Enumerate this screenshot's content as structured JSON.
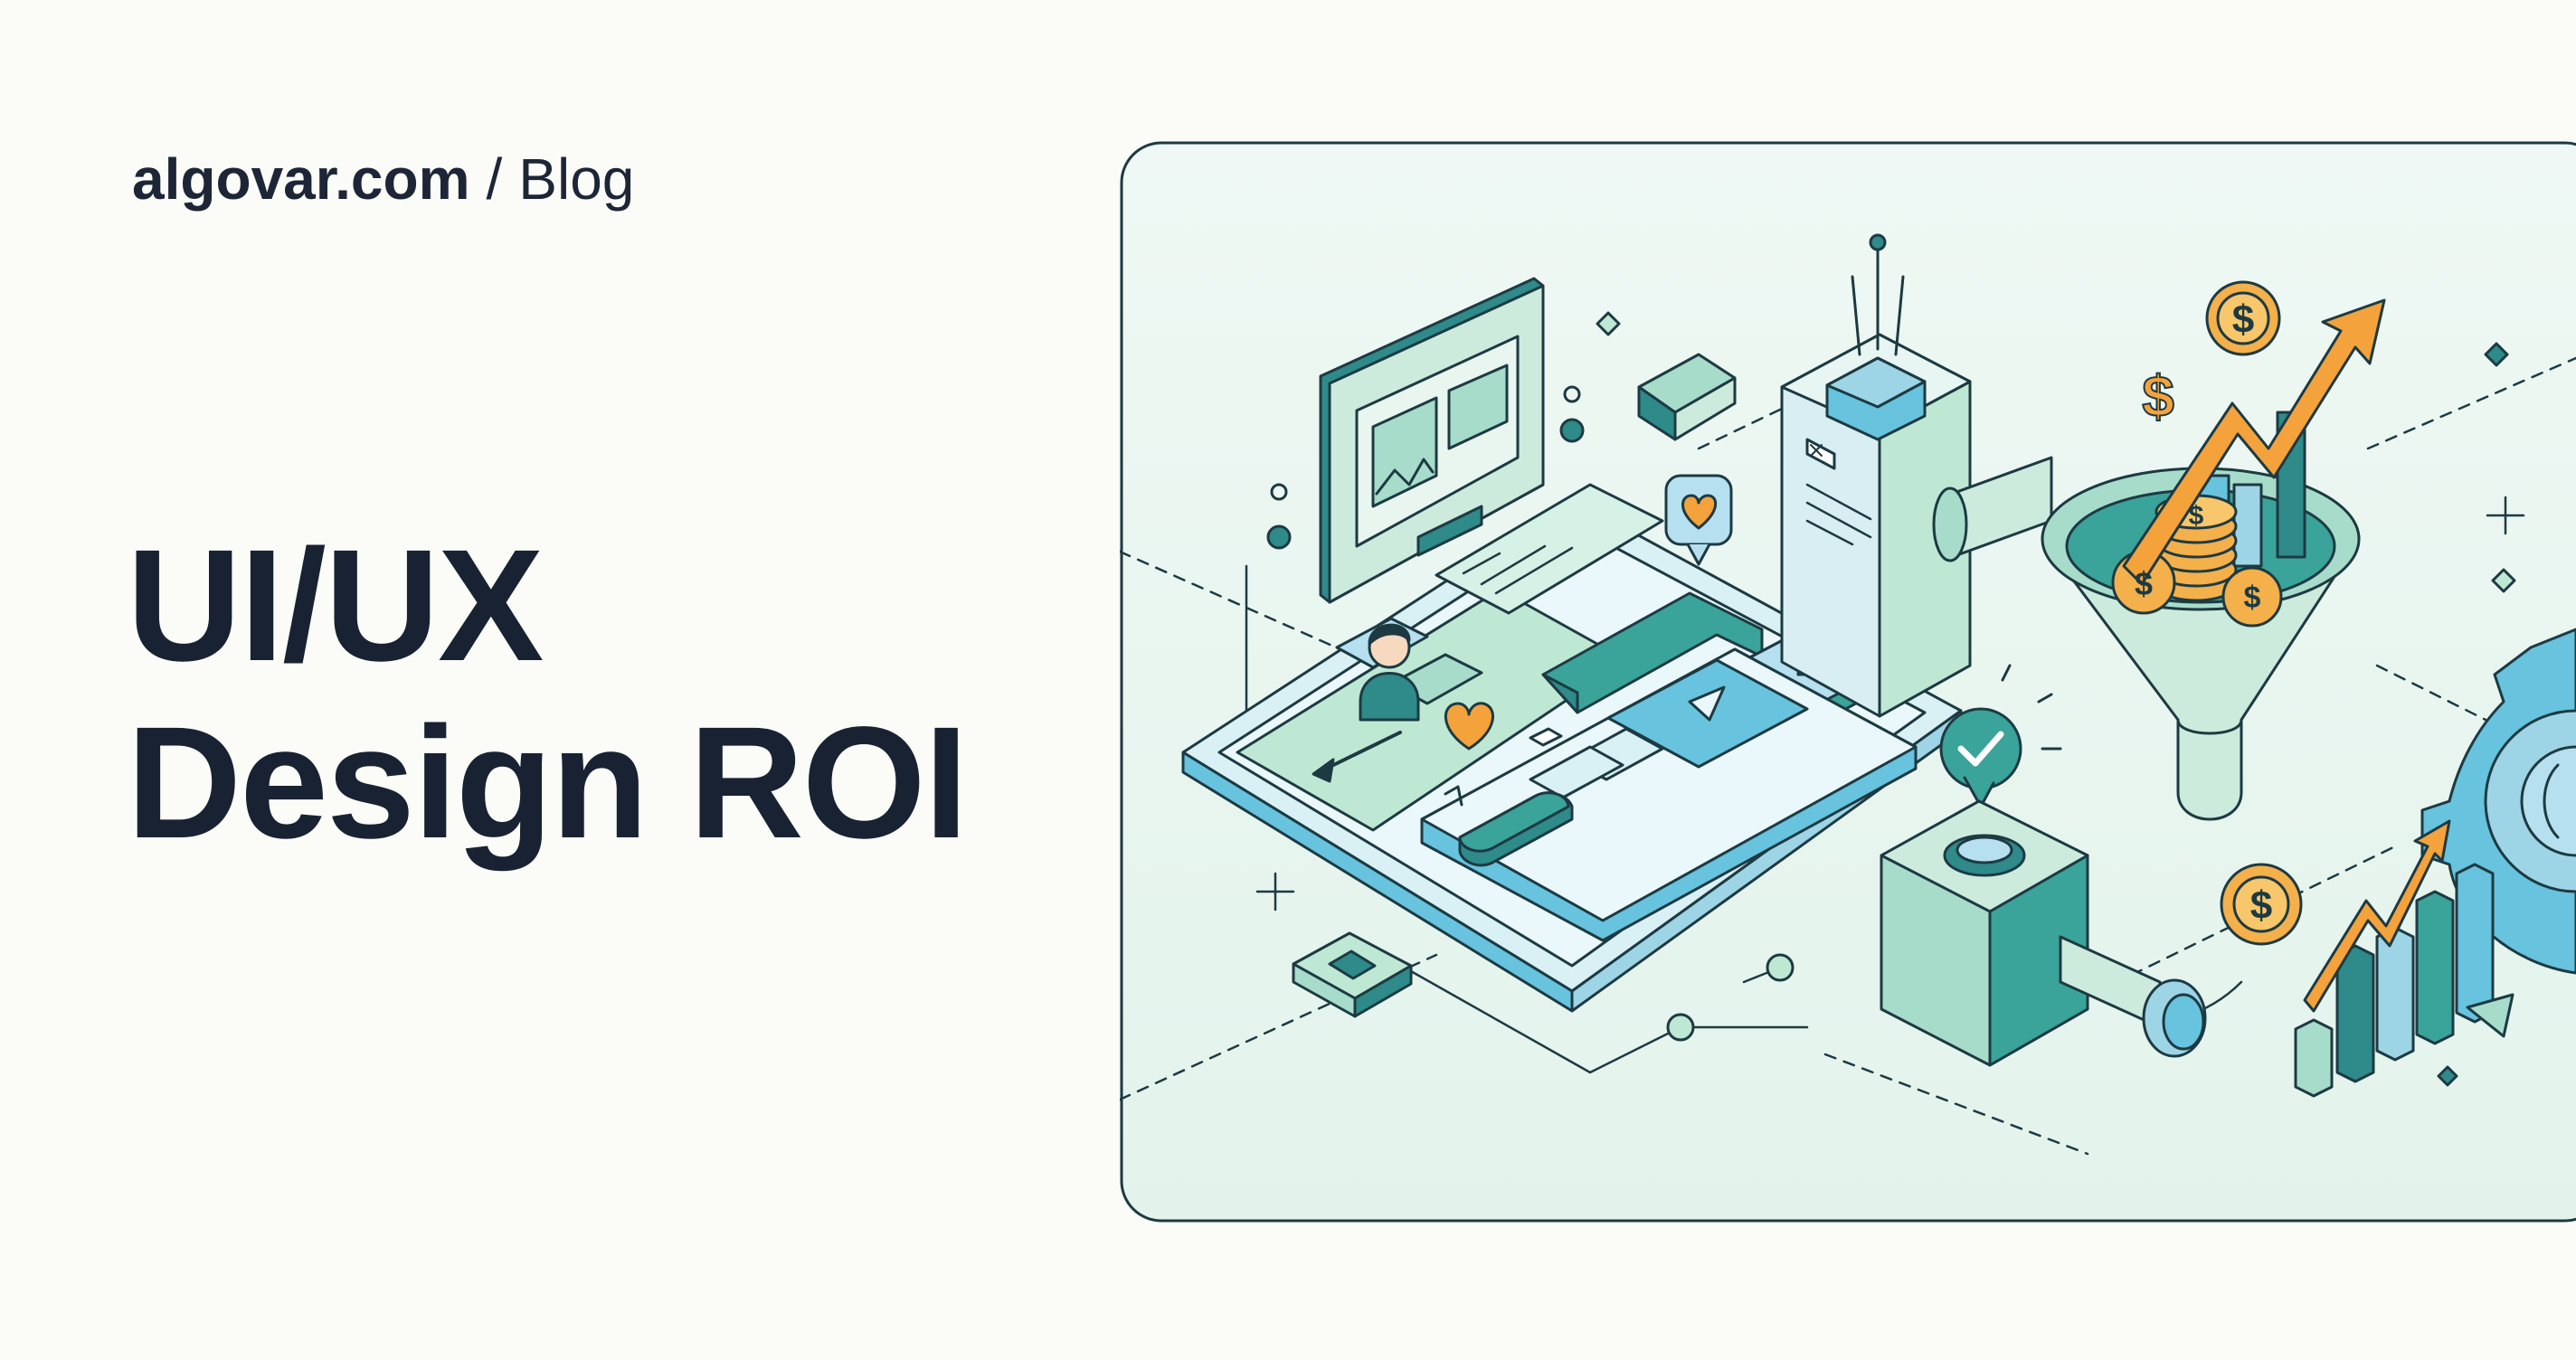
{
  "header": {
    "site": "algovar.com",
    "separator": "/",
    "section": "Blog"
  },
  "hero": {
    "title_line1": "UI/UX",
    "title_line2": "Design ROI"
  },
  "illustration": {
    "coin_symbol": "$",
    "colors": {
      "panel_bg": "#eaf6f1",
      "outline": "#1d3a42",
      "mint": "#bfe8d4",
      "teal": "#2f8a8a",
      "sky": "#67c3de",
      "orange": "#f4a23c",
      "coin": "#f3b04b"
    }
  }
}
